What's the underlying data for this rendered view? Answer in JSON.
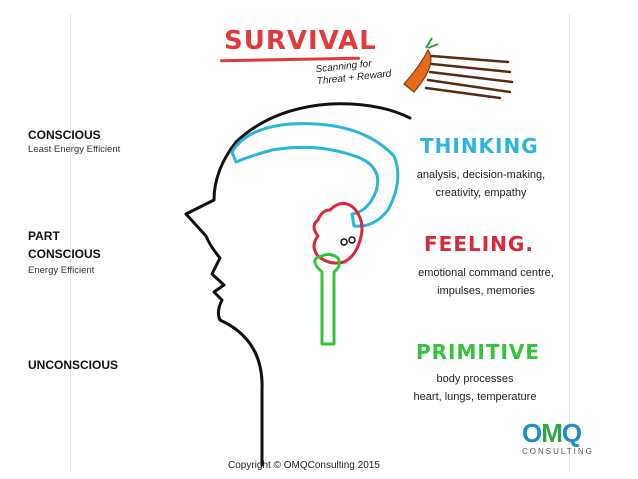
{
  "title": "SURVIVAL",
  "subtitle_lines": [
    "Scanning for",
    "Threat + Reward"
  ],
  "levels": [
    {
      "label_line1": "CONSCIOUS",
      "label_line2": "",
      "energy": "Least Energy Efficient"
    },
    {
      "label_line1": "PART",
      "label_line2": "CONSCIOUS",
      "energy": "Energy Efficient"
    },
    {
      "label_line1": "UNCONSCIOUS",
      "label_line2": "",
      "energy": ""
    }
  ],
  "brain_parts": [
    {
      "heading": "THINKING",
      "color": "#2bb5d8",
      "desc_line1": "analysis, decision-making,",
      "desc_line2": "creativity, empathy"
    },
    {
      "heading": "FEELING.",
      "color": "#d9283c",
      "desc_line1": "emotional command centre,",
      "desc_line2": "impulses, memories"
    },
    {
      "heading": "PRIMITIVE",
      "color": "#34c43a",
      "desc_line1": "body processes",
      "desc_line2": "heart, lungs, temperature"
    }
  ],
  "copyright": "Copyright © OMQConsulting 2015",
  "logo": {
    "letters": [
      "O",
      "M",
      "Q"
    ],
    "subtitle": "CONSULTING",
    "colors": {
      "o": "#1b8fc6",
      "m": "#2fa44a",
      "q": "#1b8fc6"
    }
  },
  "icons": [
    "carrot-icon",
    "stick-icon"
  ]
}
